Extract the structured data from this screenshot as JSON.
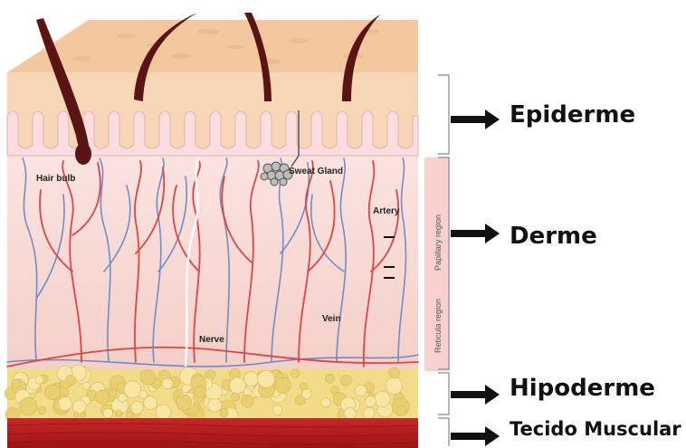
{
  "structures": {
    "hair_bulb": "Hair bulb",
    "sweat_gland": "Sweat Gland",
    "artery": "Artery",
    "nerve": "Nerve",
    "vein": "Vein"
  },
  "regions": {
    "papillary": "Papillary region",
    "reticula": "Reticula region"
  },
  "layers": {
    "epiderme": "Epiderme",
    "derme": "Derme",
    "hipoderme": "Hipoderme",
    "tecido_muscular": "Tecido Muscular"
  },
  "colors": {
    "epidermis_top": "#f3c89f",
    "epidermis_side": "#f6d6b7",
    "dermis": "#f8d7d4",
    "artery": "#e04545",
    "vein": "#5a7fc4",
    "fat": "#f2dc8a",
    "muscle": "#b71c1c",
    "hair": "#5b1414",
    "arrow": "#111111"
  }
}
